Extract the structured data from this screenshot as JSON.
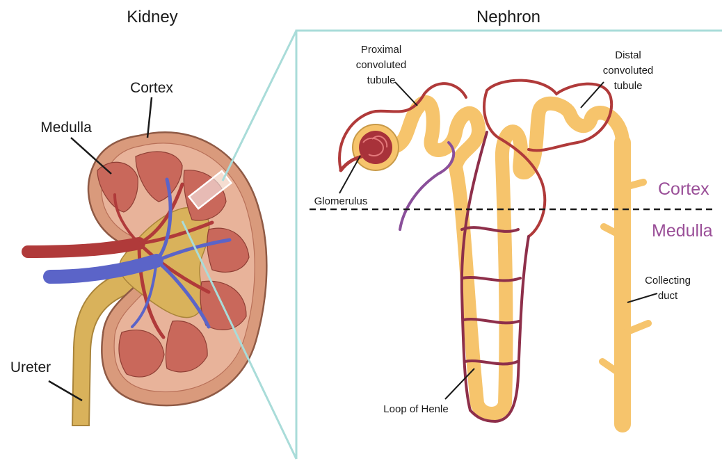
{
  "titles": {
    "kidney": "Kidney",
    "nephron": "Nephron"
  },
  "kidney_labels": {
    "cortex": "Cortex",
    "medulla": "Medulla",
    "ureter": "Ureter"
  },
  "nephron_labels": {
    "proximal": [
      "Proximal",
      "convoluted",
      "tubule"
    ],
    "distal": [
      "Distal",
      "convoluted",
      "tubule"
    ],
    "glomerulus": "Glomerulus",
    "loop": "Loop of Henle",
    "collecting": [
      "Collecting",
      "duct"
    ]
  },
  "zones": {
    "cortex": "Cortex",
    "medulla": "Medulla"
  },
  "colors": {
    "tubule": "#f6c46c",
    "artery": "#b03a3a",
    "vein": "#5b64c8",
    "zone_label": "#9a4f98",
    "zoom_frame": "#a9dcd9",
    "kidney_capsule": "#c98a6e",
    "pyramid": "#c9685b",
    "ureter": "#d9b25b"
  }
}
